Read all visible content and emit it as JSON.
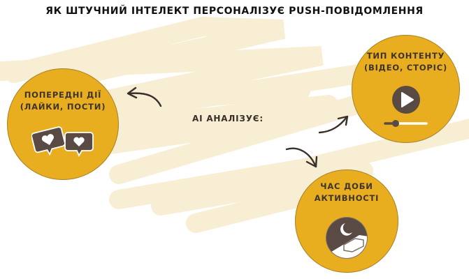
{
  "title": "ЯК ШТУЧНИЙ ІНТЕЛЕКТ ПЕРСОНАЛІЗУЄ PUSH-ПОВІДОМЛЕННЯ",
  "center": {
    "label": "AI АНАЛІЗУЄ:"
  },
  "nodes": [
    {
      "id": "previous-actions",
      "line1": "ПОПЕРЕДНІ ДІЇ",
      "line2": "(ЛАЙКИ, ПОСТИ)",
      "icon": "heart-chat-bubbles-icon"
    },
    {
      "id": "content-type",
      "line1": "ТИП КОНТЕНТУ",
      "line2": "(ВІДЕО, СТОРІС)",
      "icon": "video-play-icon"
    },
    {
      "id": "activity-time",
      "line1": "ЧАС ДОБИ",
      "line2": "АКТИВНОСТІ",
      "icon": "night-sleep-icon"
    }
  ],
  "colors": {
    "circle": "#e8ae1f",
    "circle_border": "#a8842e",
    "scribble": "#f8eed4",
    "icon_dark": "#5a4a44",
    "text_dark": "#3f342d"
  }
}
